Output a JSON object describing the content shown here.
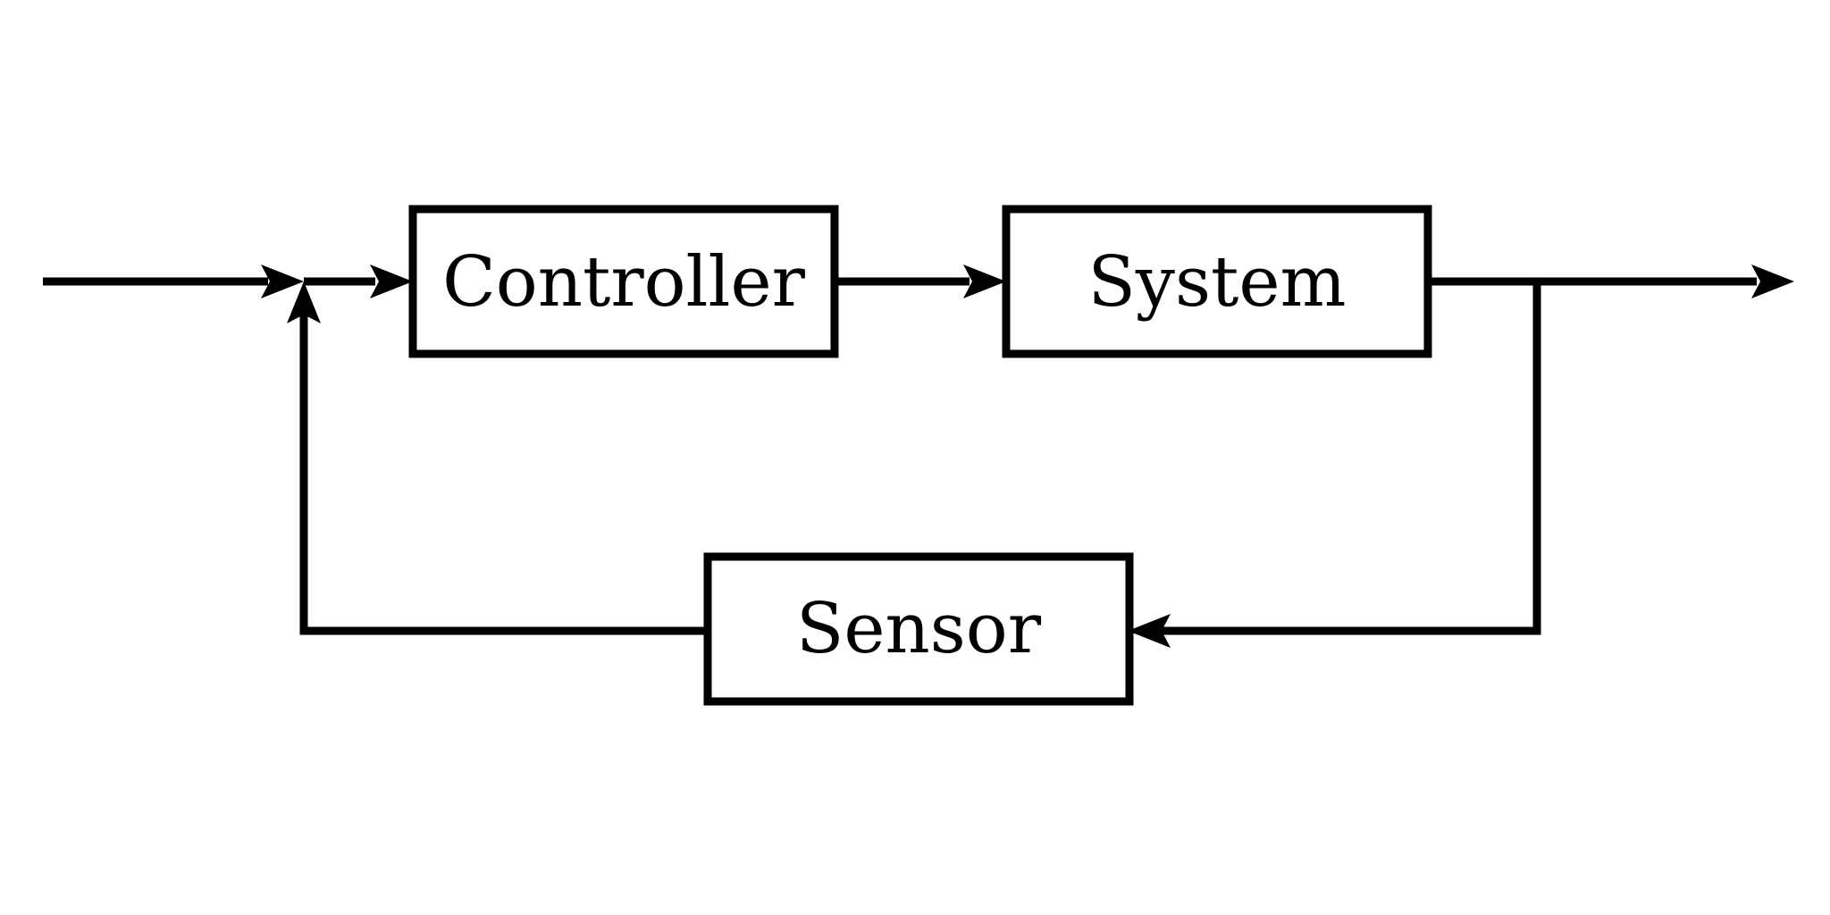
{
  "diagram": {
    "blocks": {
      "controller": {
        "label": "Controller"
      },
      "system": {
        "label": "System"
      },
      "sensor": {
        "label": "Sensor"
      }
    }
  },
  "colors": {
    "stroke": "#000000",
    "background": "#ffffff"
  }
}
